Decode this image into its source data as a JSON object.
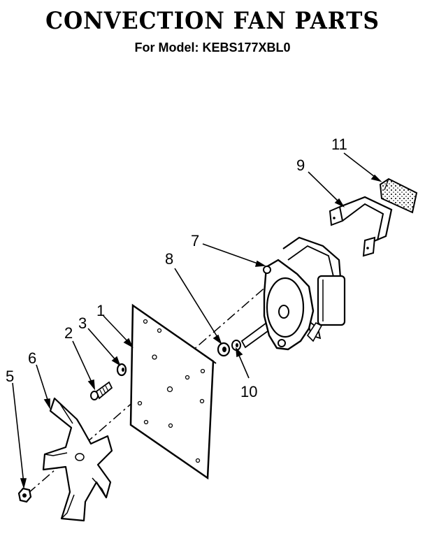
{
  "header": {
    "title": "CONVECTION FAN PARTS",
    "subtitle": "For Model: KEBS177XBL0"
  },
  "diagram": {
    "callouts": {
      "c1": "1",
      "c2": "2",
      "c3": "3",
      "c5": "5",
      "c6": "6",
      "c7": "7",
      "c8": "8",
      "c9": "9",
      "c10": "10",
      "c11": "11"
    }
  }
}
